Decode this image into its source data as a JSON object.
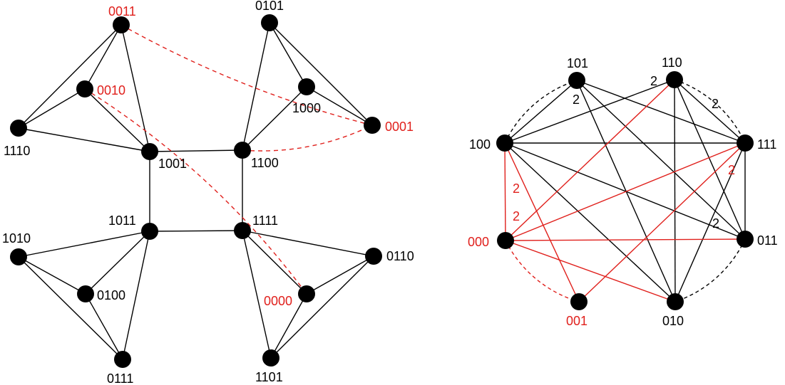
{
  "colors": {
    "ink": "#000000",
    "highlight": "#e0201c"
  },
  "left_graph": {
    "nodes": [
      {
        "id": "0011",
        "label": "0011",
        "highlight": true
      },
      {
        "id": "0101",
        "label": "0101",
        "highlight": false
      },
      {
        "id": "0010",
        "label": "0010",
        "highlight": true
      },
      {
        "id": "1000",
        "label": "1000",
        "highlight": false
      },
      {
        "id": "1110",
        "label": "1110",
        "highlight": false
      },
      {
        "id": "0001",
        "label": "0001",
        "highlight": true
      },
      {
        "id": "1001",
        "label": "1001",
        "highlight": false
      },
      {
        "id": "1100",
        "label": "1100",
        "highlight": false
      },
      {
        "id": "1011",
        "label": "1011",
        "highlight": false
      },
      {
        "id": "1111",
        "label": "1111",
        "highlight": false
      },
      {
        "id": "1010",
        "label": "1010",
        "highlight": false
      },
      {
        "id": "0110",
        "label": "0110",
        "highlight": false
      },
      {
        "id": "0100",
        "label": "0100",
        "highlight": false
      },
      {
        "id": "0000",
        "label": "0000",
        "highlight": true
      },
      {
        "id": "0111",
        "label": "0111",
        "highlight": false
      },
      {
        "id": "1101",
        "label": "1101",
        "highlight": false
      }
    ],
    "edges": [
      {
        "a": "0011",
        "b": "0010",
        "style": "solid"
      },
      {
        "a": "0011",
        "b": "1110",
        "style": "solid"
      },
      {
        "a": "0011",
        "b": "1001",
        "style": "solid"
      },
      {
        "a": "0010",
        "b": "1110",
        "style": "solid"
      },
      {
        "a": "0010",
        "b": "1001",
        "style": "solid"
      },
      {
        "a": "1110",
        "b": "1001",
        "style": "solid"
      },
      {
        "a": "0101",
        "b": "1000",
        "style": "solid"
      },
      {
        "a": "0101",
        "b": "0001",
        "style": "solid"
      },
      {
        "a": "0101",
        "b": "1100",
        "style": "solid"
      },
      {
        "a": "1000",
        "b": "0001",
        "style": "solid"
      },
      {
        "a": "1000",
        "b": "1100",
        "style": "solid"
      },
      {
        "a": "1001",
        "b": "1100",
        "style": "solid"
      },
      {
        "a": "1001",
        "b": "1011",
        "style": "solid"
      },
      {
        "a": "1100",
        "b": "1111",
        "style": "solid"
      },
      {
        "a": "1011",
        "b": "1111",
        "style": "solid"
      },
      {
        "a": "1011",
        "b": "1010",
        "style": "solid"
      },
      {
        "a": "1011",
        "b": "0100",
        "style": "solid"
      },
      {
        "a": "1011",
        "b": "0111",
        "style": "solid"
      },
      {
        "a": "1010",
        "b": "0100",
        "style": "solid"
      },
      {
        "a": "1010",
        "b": "0111",
        "style": "solid"
      },
      {
        "a": "0100",
        "b": "0111",
        "style": "solid"
      },
      {
        "a": "1111",
        "b": "0000",
        "style": "solid"
      },
      {
        "a": "1111",
        "b": "1101",
        "style": "solid"
      },
      {
        "a": "0000",
        "b": "0110",
        "style": "solid"
      },
      {
        "a": "0000",
        "b": "1101",
        "style": "solid"
      },
      {
        "a": "0110",
        "b": "1101",
        "style": "solid"
      },
      {
        "a": "1111",
        "b": "0110",
        "style": "solid"
      },
      {
        "a": "0011",
        "b": "0001",
        "style": "dashed-red"
      },
      {
        "a": "1100",
        "b": "0001",
        "style": "dashed-red"
      },
      {
        "a": "0010",
        "b": "0000",
        "style": "dashed-red"
      }
    ]
  },
  "right_graph": {
    "nodes": [
      {
        "id": "101",
        "label": "101",
        "highlight": false
      },
      {
        "id": "110",
        "label": "110",
        "highlight": false
      },
      {
        "id": "100",
        "label": "100",
        "highlight": false
      },
      {
        "id": "111",
        "label": "111",
        "highlight": false
      },
      {
        "id": "000",
        "label": "000",
        "highlight": true
      },
      {
        "id": "011",
        "label": "011",
        "highlight": false
      },
      {
        "id": "001",
        "label": "001",
        "highlight": true
      },
      {
        "id": "010",
        "label": "010",
        "highlight": false
      }
    ],
    "edges": [
      {
        "a": "101",
        "b": "100",
        "style": "solid"
      },
      {
        "a": "101",
        "b": "111",
        "style": "solid"
      },
      {
        "a": "101",
        "b": "011",
        "style": "solid"
      },
      {
        "a": "101",
        "b": "010",
        "style": "solid"
      },
      {
        "a": "110",
        "b": "100",
        "style": "solid"
      },
      {
        "a": "110",
        "b": "111",
        "style": "solid"
      },
      {
        "a": "110",
        "b": "011",
        "style": "solid"
      },
      {
        "a": "110",
        "b": "010",
        "style": "solid"
      },
      {
        "a": "100",
        "b": "111",
        "style": "solid"
      },
      {
        "a": "100",
        "b": "011",
        "style": "solid"
      },
      {
        "a": "100",
        "b": "010",
        "style": "solid"
      },
      {
        "a": "111",
        "b": "011",
        "style": "solid"
      },
      {
        "a": "111",
        "b": "010",
        "style": "solid"
      },
      {
        "a": "000",
        "b": "100",
        "style": "red"
      },
      {
        "a": "000",
        "b": "110",
        "style": "red"
      },
      {
        "a": "000",
        "b": "111",
        "style": "red"
      },
      {
        "a": "000",
        "b": "011",
        "style": "red"
      },
      {
        "a": "000",
        "b": "010",
        "style": "red"
      },
      {
        "a": "001",
        "b": "100",
        "style": "red"
      },
      {
        "a": "001",
        "b": "111",
        "style": "red"
      },
      {
        "a": "100",
        "b": "101",
        "style": "dashed-arc"
      },
      {
        "a": "110",
        "b": "111",
        "style": "dashed-arc"
      },
      {
        "a": "011",
        "b": "010",
        "style": "dashed-arc"
      },
      {
        "a": "000",
        "b": "001",
        "style": "dashed-arc-red"
      }
    ],
    "weights": [
      {
        "text": "2",
        "highlight": false
      },
      {
        "text": "2",
        "highlight": false
      },
      {
        "text": "2",
        "highlight": false
      },
      {
        "text": "2",
        "highlight": false
      },
      {
        "text": "2",
        "highlight": true
      },
      {
        "text": "2",
        "highlight": true
      },
      {
        "text": "2",
        "highlight": true
      }
    ]
  }
}
